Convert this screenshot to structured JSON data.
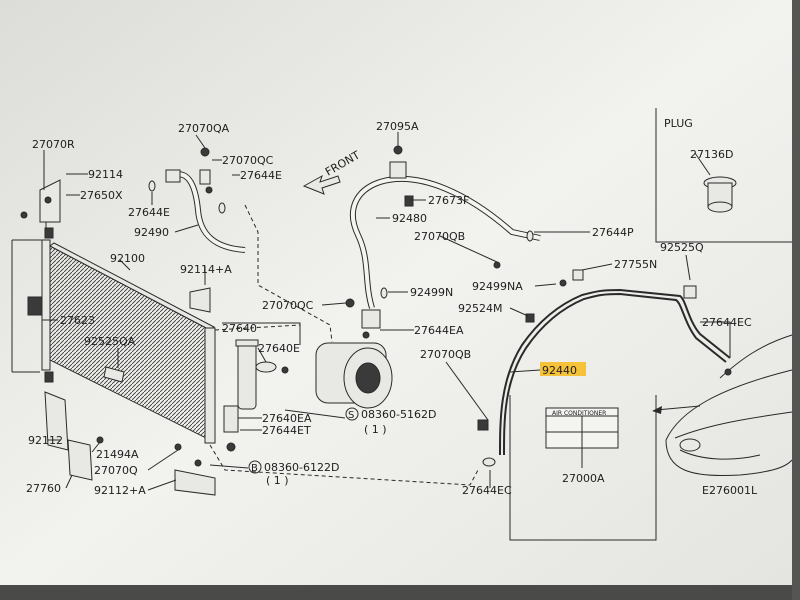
{
  "diagram": {
    "labels": {
      "l27070R": "27070R",
      "l92114": "92114",
      "l27650X": "27650X",
      "l27070QA": "27070QA",
      "l27070QC": "27070QC",
      "l27644E_top": "27644E",
      "l27644E_left": "27644E",
      "l92490": "92490",
      "l92100": "92100",
      "l92114A": "92114+A",
      "l27623": "27623",
      "l92525QA": "92525QA",
      "l92112": "92112",
      "l21494A": "21494A",
      "l27070Q": "27070Q",
      "l27760": "27760",
      "l92112A": "92112+A",
      "l27640": "27640",
      "l27640E": "27640E",
      "l27640EA": "27640EA",
      "l27644ET": "27644ET",
      "l27070QC_mid": "27070QC",
      "l27095A": "27095A",
      "l27673F": "27673F",
      "l92480": "92480",
      "l27070QB_top": "27070QB",
      "l92499N": "92499N",
      "l27644EA": "27644EA",
      "l27070QB_mid": "27070QB",
      "l27644P": "27644P",
      "l92499NA": "92499NA",
      "l27755N": "27755N",
      "l92524M": "92524M",
      "l92525Q": "92525Q",
      "l27644EC_right": "27644EC",
      "l92440": "92440",
      "l27644EC_bottom": "27644EC",
      "l27000A": "27000A",
      "lE276001L": "E276001L",
      "lFRONT": "FRONT",
      "lPLUG": "PLUG",
      "l27136D": "27136D",
      "bolt1_sym": "S",
      "bolt1_num": "08360-5162D",
      "bolt1_qty": "( 1 )",
      "bolt2_sym": "B",
      "bolt2_num": "08360-6122D",
      "bolt2_qty": "( 1 )",
      "ac_label_title": "AIR CONDITIONER"
    },
    "highlight_color": "#f5c23a"
  }
}
